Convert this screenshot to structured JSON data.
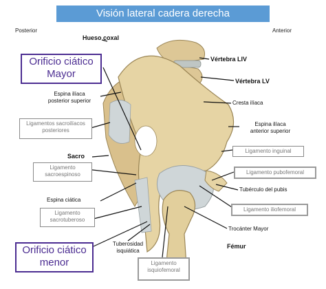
{
  "title": "Visión lateral cadera derecha",
  "orientation": {
    "left": "Posterior",
    "right": "Anterior"
  },
  "labels": {
    "hueso_coxal": "Hueso coxal",
    "vertebra_liv": "Vértebra LIV",
    "vertebra_lv": "Vértebra LV",
    "espina_iliaca_ps_1": "Espina ilíaca",
    "espina_iliaca_ps_2": "posterior superior",
    "cresta_iliaca": "Cresta ilíaca",
    "espina_iliaca_as_1": "Espina ilíaca",
    "espina_iliaca_as_2": "anterior superior",
    "sacro": "Sacro",
    "espina_ciatica": "Espina ciática",
    "tuberculo_pubis": "Tubérculo del pubis",
    "trocanter_mayor": "Trocánter Mayor",
    "tuberosidad_1": "Tuberosidad",
    "tuberosidad_2": "isquiática",
    "femur": "Fémur"
  },
  "boxes": {
    "lig_sacroiliacos_1": "Ligamentos sacroilíacos",
    "lig_sacroiliacos_2": "posteriores",
    "lig_inguinal": "Ligamento inguinal",
    "lig_sacroespinoso_1": "Ligamento",
    "lig_sacroespinoso_2": "sacroespinoso",
    "lig_pubofemoral": "Ligamento pubofemoral",
    "lig_sacrotuberoso_1": "Ligamento",
    "lig_sacrotuberoso_2": "sacrotuberoso",
    "lig_iliofemoral": "Ligamento iliofemoral",
    "lig_isquiofemoral_1": "Ligamento",
    "lig_isquiofemoral_2": "isquiofemoral"
  },
  "highlight": {
    "orificio_mayor_1": "Orificio ciático",
    "orificio_mayor_2": "Mayor",
    "orificio_menor_1": "Orificio ciático",
    "orificio_menor_2": "menor"
  },
  "colors": {
    "banner": "#5b9bd5",
    "bone": "#e6d4a4",
    "ligament": "#cfd6d8",
    "purple": "#4b2c91"
  }
}
